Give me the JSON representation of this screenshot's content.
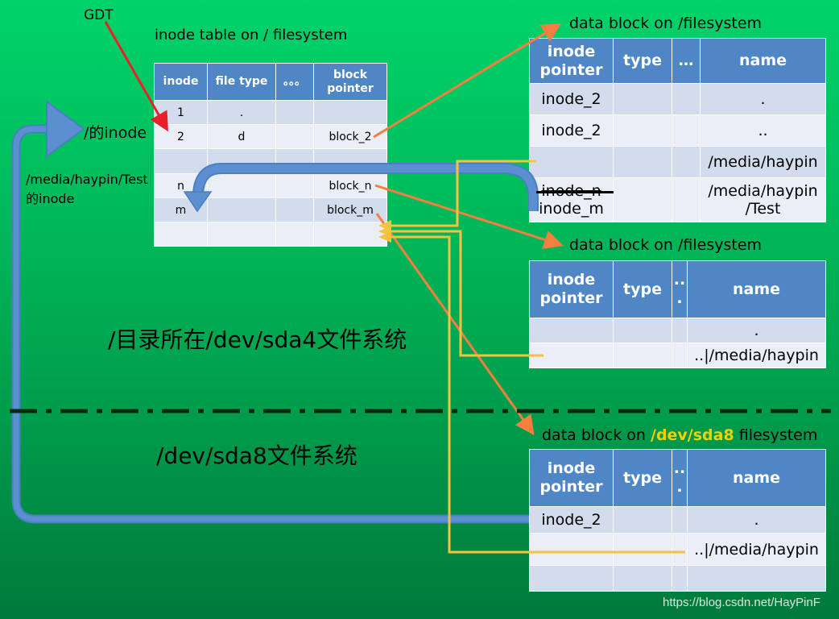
{
  "labels": {
    "gdt": "GDT",
    "inode_table_title": "inode table on / filesystem",
    "root_inode": "/的inode",
    "test_inode_line1": "/media/haypin/Test",
    "test_inode_line2": "的inode",
    "db1_title": "data block on /filesystem",
    "db2_title": "data block on /filesystem",
    "db3_prefix": "data block on ",
    "db3_highlight": "/dev/sda8",
    "db3_suffix": " filesystem",
    "sda4_caption": "/目录所在/dev/sda4文件系统",
    "sda8_caption": "/dev/sda8文件系统",
    "watermark": "https://blog.csdn.net/HayPinF"
  },
  "inode_table": {
    "headers": [
      "inode",
      "file type",
      "。。。",
      "block\npointer"
    ],
    "rows": [
      [
        "1",
        ".",
        "",
        ""
      ],
      [
        "2",
        "d",
        "",
        "block_2"
      ],
      [
        "",
        "",
        "",
        ""
      ],
      [
        "n",
        "",
        "",
        "block_n"
      ],
      [
        "m",
        "",
        "",
        "block_m"
      ],
      [
        "",
        "",
        "",
        ""
      ]
    ]
  },
  "db1": {
    "headers": [
      "inode\npointer",
      "type",
      "…",
      "name"
    ],
    "rows": [
      [
        "inode_2",
        "",
        "",
        "."
      ],
      [
        "inode_2",
        "",
        "",
        ".."
      ],
      [
        "",
        "",
        "",
        "/media/haypin"
      ],
      [
        "inode_n\ninode_m",
        "",
        "",
        "/media/haypin\n/Test"
      ]
    ],
    "struck_value": "inode_n"
  },
  "db2": {
    "headers": [
      "inode\npointer",
      "type",
      "..\n.",
      "name"
    ],
    "rows": [
      [
        "",
        "",
        "",
        "."
      ],
      [
        "",
        "",
        "",
        "..|/media/haypin"
      ]
    ]
  },
  "db3": {
    "headers": [
      "inode\npointer",
      "type",
      "..\n.",
      "name"
    ],
    "rows": [
      [
        "inode_2",
        "",
        "",
        "."
      ],
      [
        "",
        "",
        "",
        "..|/media/haypin"
      ],
      [
        "",
        "",
        "",
        ""
      ]
    ]
  },
  "colors": {
    "background_top": "#00d36a",
    "background_bottom": "#007a3a",
    "header_blue": "#4f86c6",
    "row_light": "#d3dcec",
    "row_lighter": "#e9eef7",
    "arrow_orange": "#f47f3f",
    "arrow_red": "#e8202a",
    "loop_blue": "#5b8fd0",
    "link_yellow": "#f5c242",
    "highlight_yellow": "#f5d000"
  }
}
